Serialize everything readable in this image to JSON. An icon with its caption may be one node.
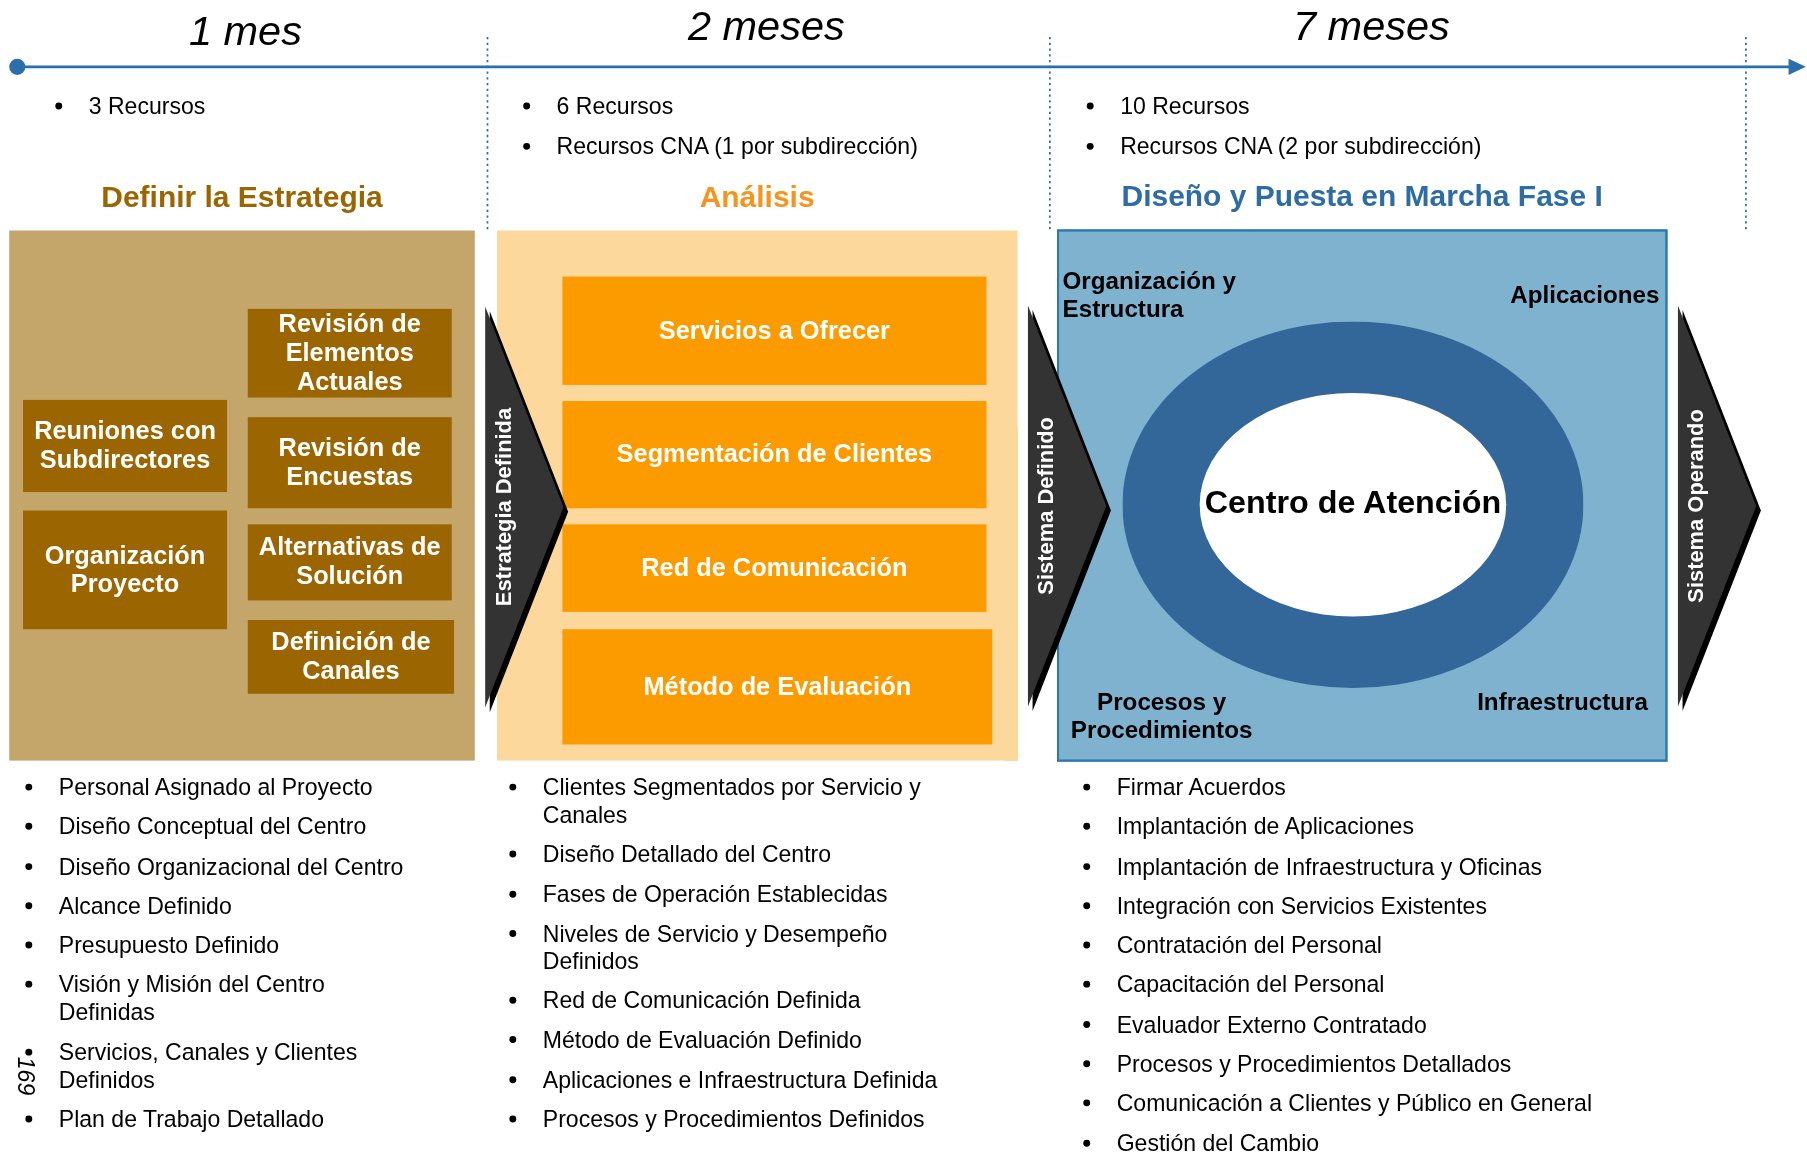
{
  "diagram": {
    "nodes": [
      {
        "text": [
          "Definir la Estrategia"
        ]
      },
      {
        "text": [
          "Revisión de Elementos Actuales"
        ],
        "in": 0
      },
      {
        "text": [
          "Reuniones con Subdirectores"
        ],
        "in": 0
      },
      {
        "text": [
          "Revisión de Encuestas"
        ],
        "in": 0
      },
      {
        "text": [
          "Organización Proyecto"
        ],
        "in": 0
      },
      {
        "text": [
          "Alternativas de Solución"
        ],
        "in": 0
      },
      {
        "text": [
          "Definición de Canales"
        ],
        "in": 0
      },
      {
        "text": [
          "Análisis"
        ]
      },
      {
        "text": [
          "Servicios a Ofrecer"
        ],
        "in": 7
      },
      {
        "text": [
          "Segmentación de Clientes"
        ],
        "in": 7
      },
      {
        "text": [
          "Red de Comunicación"
        ],
        "in": 7
      },
      {
        "text": [
          "Método de Evaluación"
        ],
        "in": 7
      },
      {
        "text": [
          "Diseño y Puesta en Marcha Fase I"
        ]
      },
      {
        "text": [
          "Centro de Atención"
        ],
        "in": 12
      }
    ],
    "edges": [
      {
        "from": 0,
        "to": 7,
        "arrow": "to",
        "label": "Estrategia Definida"
      },
      {
        "from": 7,
        "to": 12,
        "arrow": "to",
        "label": "Sistema Definido"
      },
      {
        "from": 12,
        "to": null,
        "arrow": "to",
        "label": "Sistema Operando"
      }
    ],
    "labels": [
      "1 mes",
      "2 meses",
      "7 meses",
      "3 Recursos",
      "6 Recursos",
      "Recursos CNA (1 por subdirección)",
      "10 Recursos",
      "Recursos CNA (2 por subdirección)",
      "Organización y Estructura",
      "Aplicaciones",
      "Procesos y Procedimientos",
      "Infraestructura",
      "Personal Asignado al Proyecto",
      "Diseño Conceptual del Centro",
      "Diseño Organizacional del Centro",
      "Alcance Definido",
      "Presupuesto Definido",
      "Visión y Misión del Centro Definidas",
      "Servicios, Canales y Clientes Definidos",
      "Plan de Trabajo Detallado",
      "Clientes Segmentados por Servicio y Canales",
      "Diseño Detallado del Centro",
      "Fases de Operación Establecidas",
      "Niveles de Servicio y Desempeño Definidos",
      "Red de Comunicación Definida",
      "Método de Evaluación Definido",
      "Aplicaciones e Infraestructura Definida",
      "Procesos y Procedimientos Definidos",
      "Firmar Acuerdos",
      "Implantación de Aplicaciones",
      "Implantación de Infraestructura y Oficinas",
      "Integración con Servicios Existentes",
      "Contratación del Personal",
      "Capacitación del Personal",
      "Evaluador Externo Contratado",
      "Procesos y Procedimientos Detallados",
      "Comunicación a Clientes y Público en General",
      "Gestión del Cambio",
      "169"
    ]
  }
}
